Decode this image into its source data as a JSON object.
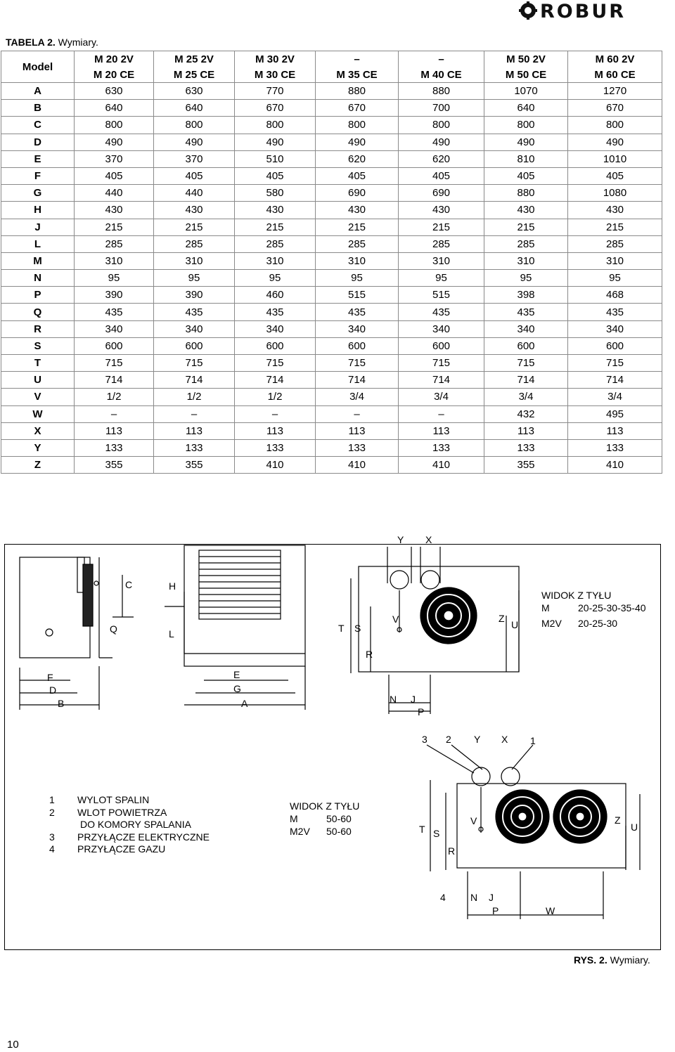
{
  "brand": {
    "logo_text": "ROBUR"
  },
  "table": {
    "caption_label": "TABELA 2.",
    "caption_title": "Wymiary.",
    "model_header": "Model",
    "columns": [
      {
        "top": "M 20 2V",
        "bottom": "M 20 CE"
      },
      {
        "top": "M 25 2V",
        "bottom": "M 25 CE"
      },
      {
        "top": "M 30 2V",
        "bottom": "M 30 CE"
      },
      {
        "top": "–",
        "bottom": "M 35 CE"
      },
      {
        "top": "–",
        "bottom": "M 40 CE"
      },
      {
        "top": "M 50 2V",
        "bottom": "M 50 CE"
      },
      {
        "top": "M 60 2V",
        "bottom": "M 60 CE"
      }
    ],
    "rows": [
      {
        "label": "A",
        "values": [
          "630",
          "630",
          "770",
          "880",
          "880",
          "1070",
          "1270"
        ]
      },
      {
        "label": "B",
        "values": [
          "640",
          "640",
          "670",
          "670",
          "700",
          "640",
          "670"
        ]
      },
      {
        "label": "C",
        "values": [
          "800",
          "800",
          "800",
          "800",
          "800",
          "800",
          "800"
        ]
      },
      {
        "label": "D",
        "values": [
          "490",
          "490",
          "490",
          "490",
          "490",
          "490",
          "490"
        ]
      },
      {
        "label": "E",
        "values": [
          "370",
          "370",
          "510",
          "620",
          "620",
          "810",
          "1010"
        ]
      },
      {
        "label": "F",
        "values": [
          "405",
          "405",
          "405",
          "405",
          "405",
          "405",
          "405"
        ]
      },
      {
        "label": "G",
        "values": [
          "440",
          "440",
          "580",
          "690",
          "690",
          "880",
          "1080"
        ]
      },
      {
        "label": "H",
        "values": [
          "430",
          "430",
          "430",
          "430",
          "430",
          "430",
          "430"
        ]
      },
      {
        "label": "J",
        "values": [
          "215",
          "215",
          "215",
          "215",
          "215",
          "215",
          "215"
        ]
      },
      {
        "label": "L",
        "values": [
          "285",
          "285",
          "285",
          "285",
          "285",
          "285",
          "285"
        ]
      },
      {
        "label": "M",
        "values": [
          "310",
          "310",
          "310",
          "310",
          "310",
          "310",
          "310"
        ]
      },
      {
        "label": "N",
        "values": [
          "95",
          "95",
          "95",
          "95",
          "95",
          "95",
          "95"
        ]
      },
      {
        "label": "P",
        "values": [
          "390",
          "390",
          "460",
          "515",
          "515",
          "398",
          "468"
        ]
      },
      {
        "label": "Q",
        "values": [
          "435",
          "435",
          "435",
          "435",
          "435",
          "435",
          "435"
        ]
      },
      {
        "label": "R",
        "values": [
          "340",
          "340",
          "340",
          "340",
          "340",
          "340",
          "340"
        ]
      },
      {
        "label": "S",
        "values": [
          "600",
          "600",
          "600",
          "600",
          "600",
          "600",
          "600"
        ]
      },
      {
        "label": "T",
        "values": [
          "715",
          "715",
          "715",
          "715",
          "715",
          "715",
          "715"
        ]
      },
      {
        "label": "U",
        "values": [
          "714",
          "714",
          "714",
          "714",
          "714",
          "714",
          "714"
        ]
      },
      {
        "label": "V",
        "values": [
          "1/2",
          "1/2",
          "1/2",
          "3/4",
          "3/4",
          "3/4",
          "3/4"
        ]
      },
      {
        "label": "W",
        "values": [
          "–",
          "–",
          "–",
          "–",
          "–",
          "432",
          "495"
        ]
      },
      {
        "label": "X",
        "values": [
          "113",
          "113",
          "113",
          "113",
          "113",
          "113",
          "113"
        ]
      },
      {
        "label": "Y",
        "values": [
          "133",
          "133",
          "133",
          "133",
          "133",
          "133",
          "133"
        ]
      },
      {
        "label": "Z",
        "values": [
          "355",
          "355",
          "410",
          "410",
          "410",
          "355",
          "410"
        ]
      }
    ]
  },
  "figure": {
    "dim_labels": {
      "C": "C",
      "H": "H",
      "Q": "Q",
      "L": "L",
      "F": "F",
      "D": "D",
      "B": "B",
      "E": "E",
      "G": "G",
      "A": "A",
      "Y": "Y",
      "X": "X",
      "T": "T",
      "S": "S",
      "V": "V",
      "R": "R",
      "Z": "Z",
      "U": "U",
      "N": "N",
      "J": "J",
      "P": "P",
      "W": "W"
    },
    "callouts": {
      "n1": "1",
      "n2": "2",
      "n3": "3",
      "n4": "4"
    },
    "view_top": {
      "title": "WIDOK Z TYŁU",
      "rows": [
        {
          "label": "M",
          "value": "20-25-30-35-40"
        },
        {
          "label": "M2V",
          "value": "20-25-30"
        }
      ]
    },
    "view_bottom": {
      "title": "WIDOK Z TYŁU",
      "rows": [
        {
          "label": "M",
          "value": "50-60"
        },
        {
          "label": "M2V",
          "value": "50-60"
        }
      ]
    },
    "legend": [
      {
        "num": "1",
        "text": "WYLOT SPALIN"
      },
      {
        "num": "2",
        "text": "WLOT POWIETRZA"
      },
      {
        "num": "",
        "text": "DO KOMORY SPALANIA"
      },
      {
        "num": "3",
        "text": "PRZYŁĄCZE ELEKTRYCZNE"
      },
      {
        "num": "4",
        "text": "PRZYŁĄCZE GAZU"
      }
    ],
    "caption_label": "RYS. 2.",
    "caption_title": "Wymiary."
  },
  "page_number": "10"
}
